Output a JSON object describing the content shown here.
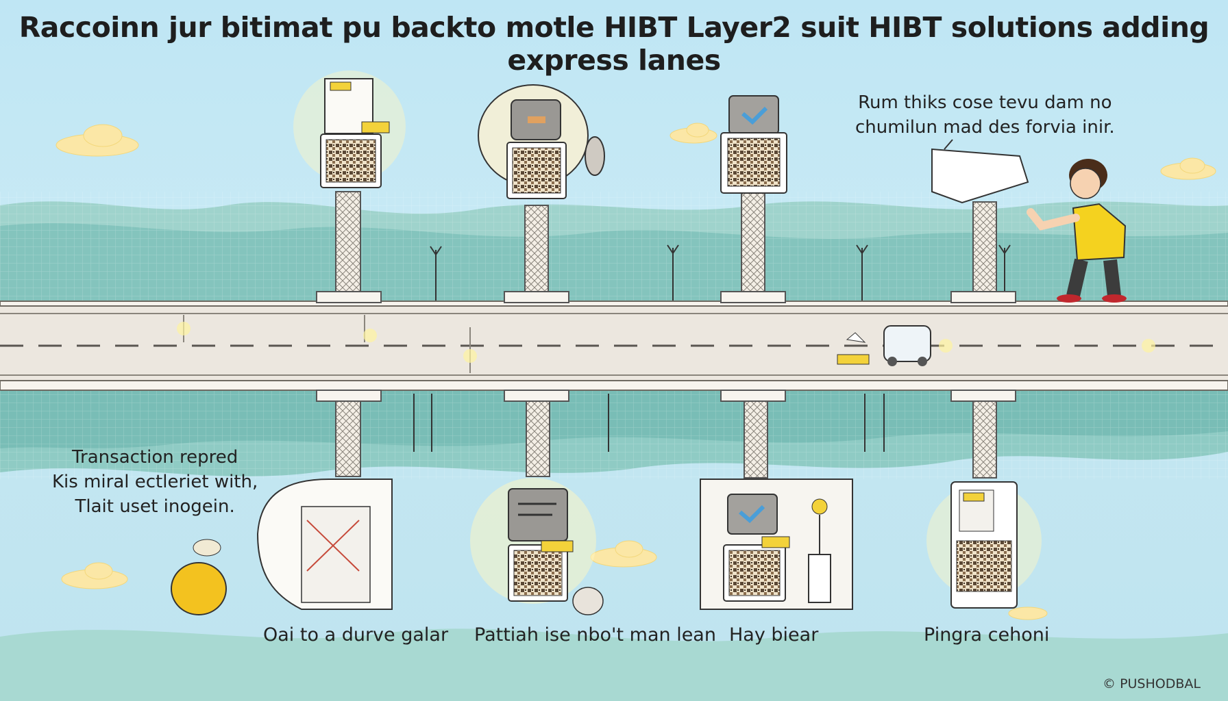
{
  "title": "Raccoinn jur bitimat pu backto motle HIBT Layer2 suit HIBT solutions adding express lanes",
  "top_right_note": {
    "line1": "Rum thiks cose tevu dam no",
    "line2": "chumilun mad des forvia inir."
  },
  "left_note": {
    "line1": "Transaction repred",
    "line2": "Kis miral ectleriet with,",
    "line3": "Tlait uset inogein."
  },
  "bottom_captions": {
    "c1": "Oai to a durve galar",
    "c2": "Pattiah ise nbo't man lean",
    "c3": "Hay biear",
    "c4": "Pingra cehoni"
  },
  "watermark": "© PUSHODBAL",
  "colors": {
    "sky": "#bfe6f4",
    "hills": "#8fcbc4",
    "road": "#ece7df",
    "road_edge": "#6f6a62",
    "accent_yellow": "#f3d23a",
    "shirt": "#f4d21f"
  }
}
